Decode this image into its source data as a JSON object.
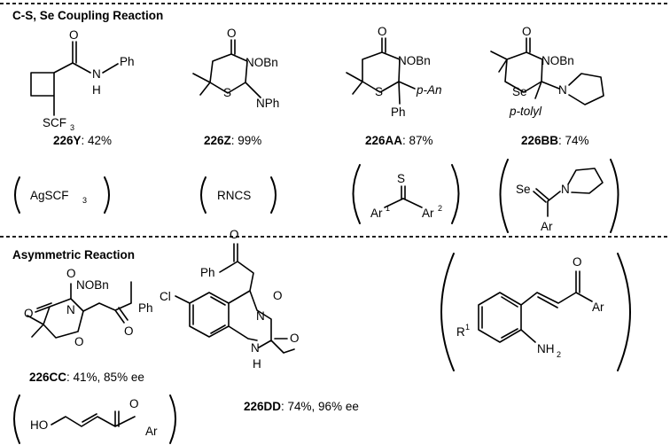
{
  "sections": {
    "cs_header": "C-S, Se Coupling Reaction",
    "asym_header": "Asymmetric Reaction"
  },
  "compounds": [
    {
      "id": "226Y",
      "yield": ": 42%"
    },
    {
      "id": "226Z",
      "yield": ": 99%"
    },
    {
      "id": "226AA",
      "yield": ": 87%"
    },
    {
      "id": "226BB",
      "yield": ": 74%"
    },
    {
      "id": "226CC",
      "yield": ": 41%, 85% ee"
    },
    {
      "id": "226DD",
      "yield": ": 74%, 96% ee"
    }
  ],
  "reagents": {
    "r1_main": "AgSCF",
    "r1_sub": "3",
    "r2": "RNCS"
  },
  "atoms": {
    "O": "O",
    "N": "N",
    "H": "H",
    "S": "S",
    "Se": "Se",
    "Cl": "Cl",
    "Ph": "Ph",
    "SCF": "SCF",
    "sub3": "3",
    "NOBn": "NOBn",
    "NPh": "NPh",
    "pAn": "p-An",
    "ptolyl": "p-tolyl",
    "Ar": "Ar",
    "Ar1": "Ar",
    "sup1": "1",
    "Ar2": "Ar",
    "sup2": "2",
    "HO": "HO",
    "R": "R",
    "NH": "NH",
    "sub2": "2"
  }
}
